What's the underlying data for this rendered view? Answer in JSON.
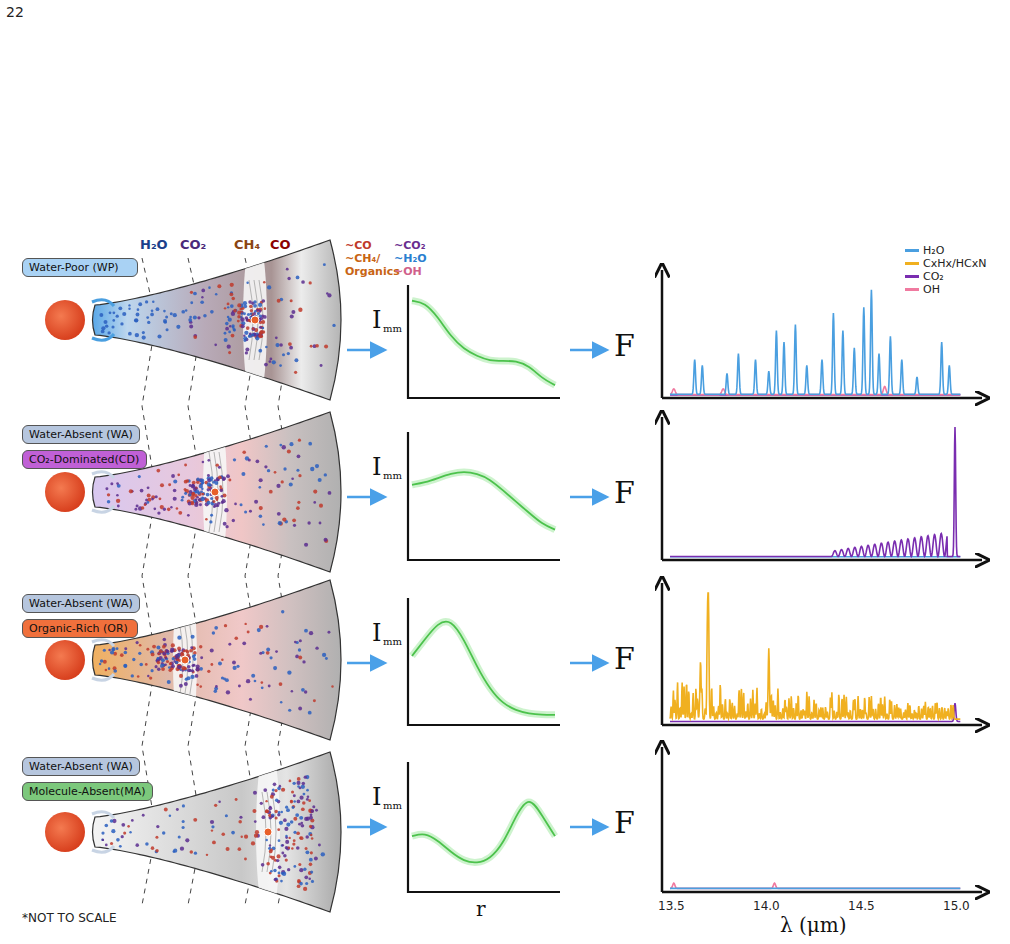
{
  "diagram": {
    "nodes": [
      {
        "text": [
          "Water-Poor (WP)"
        ]
      },
      {
        "text": [
          "Water-Absent (WA)"
        ]
      },
      {
        "text": [
          "CO₂-Dominated(CD)"
        ]
      },
      {
        "text": [
          "Water-Absent (WA)"
        ]
      },
      {
        "text": [
          "Organic-Rich (OR)"
        ]
      },
      {
        "text": [
          "Water-Absent (WA)"
        ]
      },
      {
        "text": [
          "Molecule-Absent(MA)"
        ]
      }
    ],
    "labels": [
      "22",
      "H₂O",
      "CO₂",
      "CH₄",
      "CO",
      "~CO",
      "~CH₄/ Organics",
      "~CO₂",
      "~H₂O",
      "~OH",
      "I",
      "mm",
      "F",
      "I",
      "mm",
      "F",
      "I",
      "mm",
      "F",
      "I",
      "mm",
      "F",
      "r",
      "λ (μm)",
      "13.5",
      "14.0",
      "14.5",
      "15.0",
      "*NOT TO SCALE"
    ],
    "legend": [
      {
        "text": "H₂O",
        "color": "#4a9fe0"
      },
      {
        "text": "CxHx/HCxN",
        "color": "#f0b020"
      },
      {
        "text": "CO₂",
        "color": "#7a2db0"
      },
      {
        "text": "OH",
        "color": "#f07aa0"
      }
    ]
  }
}
